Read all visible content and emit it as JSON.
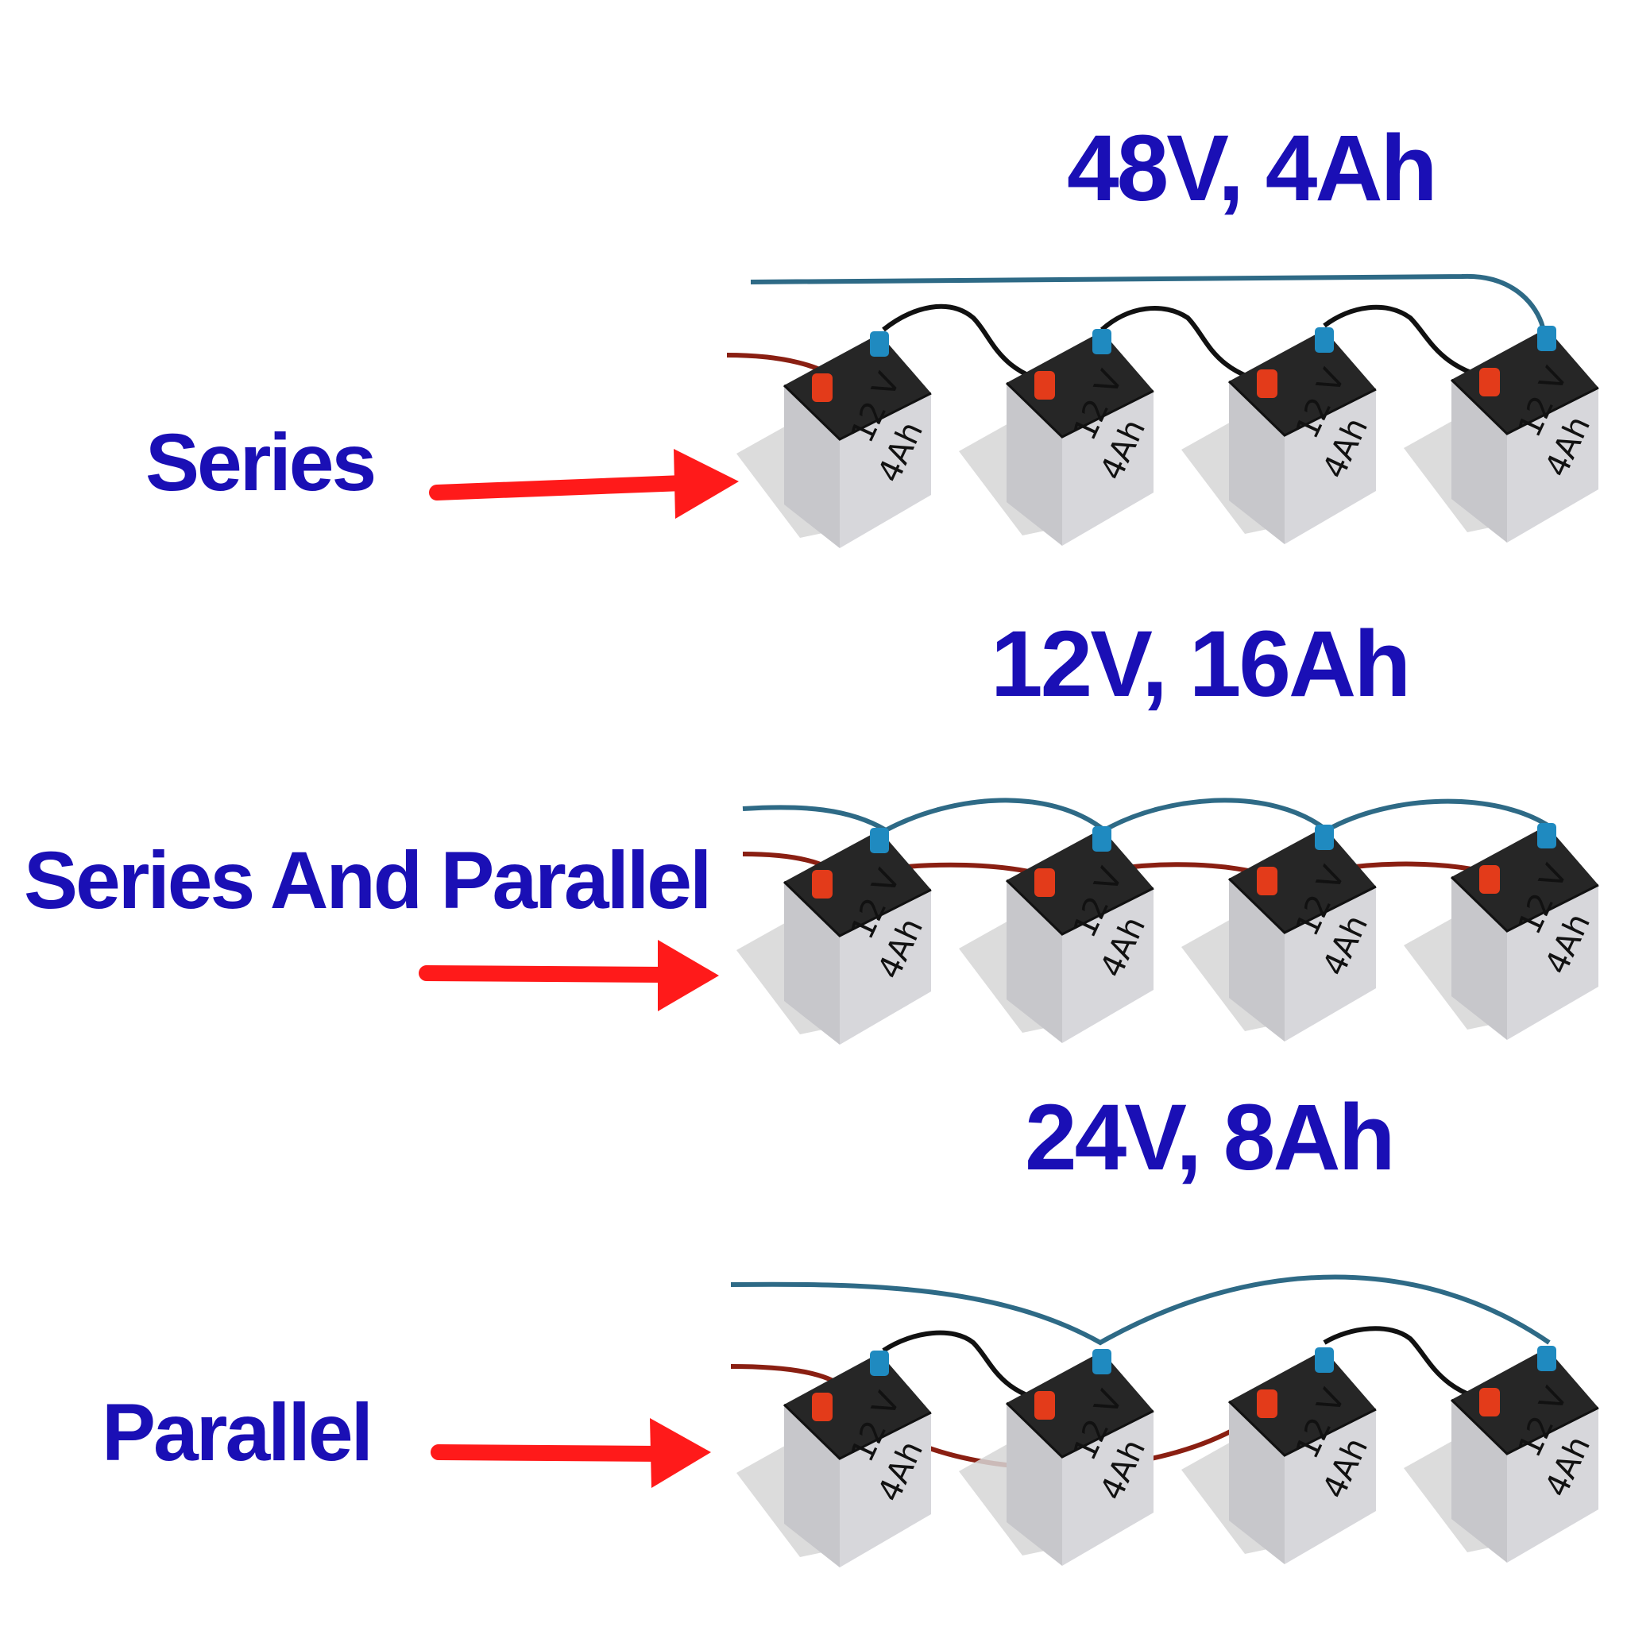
{
  "colors": {
    "label": "#1a0fb5",
    "arrow": "#ff1a1a",
    "wire_negative": "#2e6a86",
    "wire_positive": "#8a1f12",
    "wire_link": "#111111",
    "terminal_negative": "#1f8ac0",
    "terminal_positive": "#e33b1a",
    "battery_top": "#262626",
    "battery_body": "#cfcfd3"
  },
  "battery": {
    "voltage": "12 V",
    "capacity": "4Ah"
  },
  "sections": [
    {
      "id": "series",
      "label": "Series",
      "rating": "48V, 4Ah",
      "battery_count": 4
    },
    {
      "id": "series-and-parallel",
      "label": "Series And Parallel",
      "rating": "12V, 16Ah",
      "battery_count": 4
    },
    {
      "id": "parallel",
      "label": "Parallel",
      "rating": "24V, 8Ah",
      "battery_count": 4
    }
  ]
}
